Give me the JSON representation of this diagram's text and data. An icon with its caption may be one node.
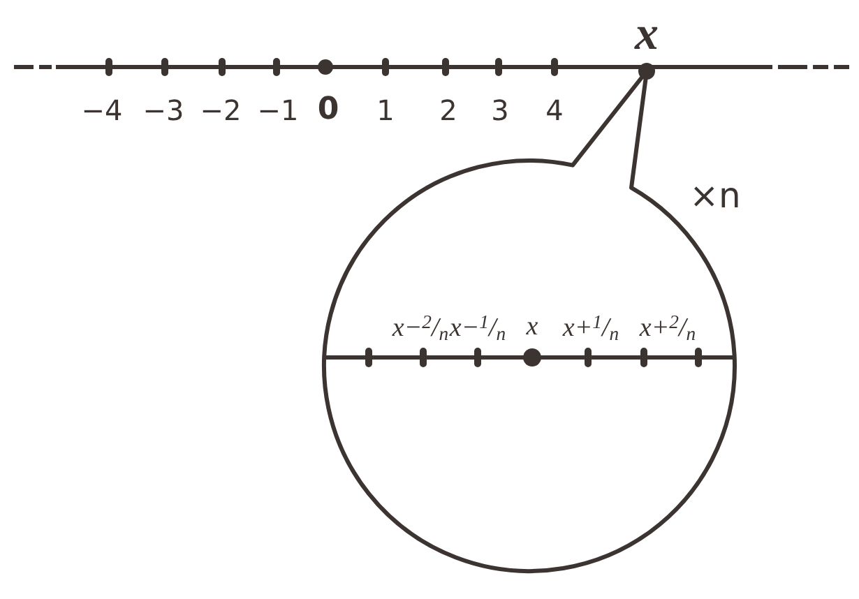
{
  "diagram": {
    "nodes": [
      {
        "text": [
          "x−$^{2}$/$_{n}$",
          "x−$^{1}$/$_{n}$",
          "x",
          "x+$^{1}$/$_{n}$",
          "x+$^{2}$/$_{n}$"
        ],
        "beside": [
          "×n"
        ]
      }
    ],
    "labels": [
      "x",
      "−4",
      "−3",
      "−2",
      "−1",
      "0",
      "1",
      "2",
      "3",
      "4"
    ]
  }
}
